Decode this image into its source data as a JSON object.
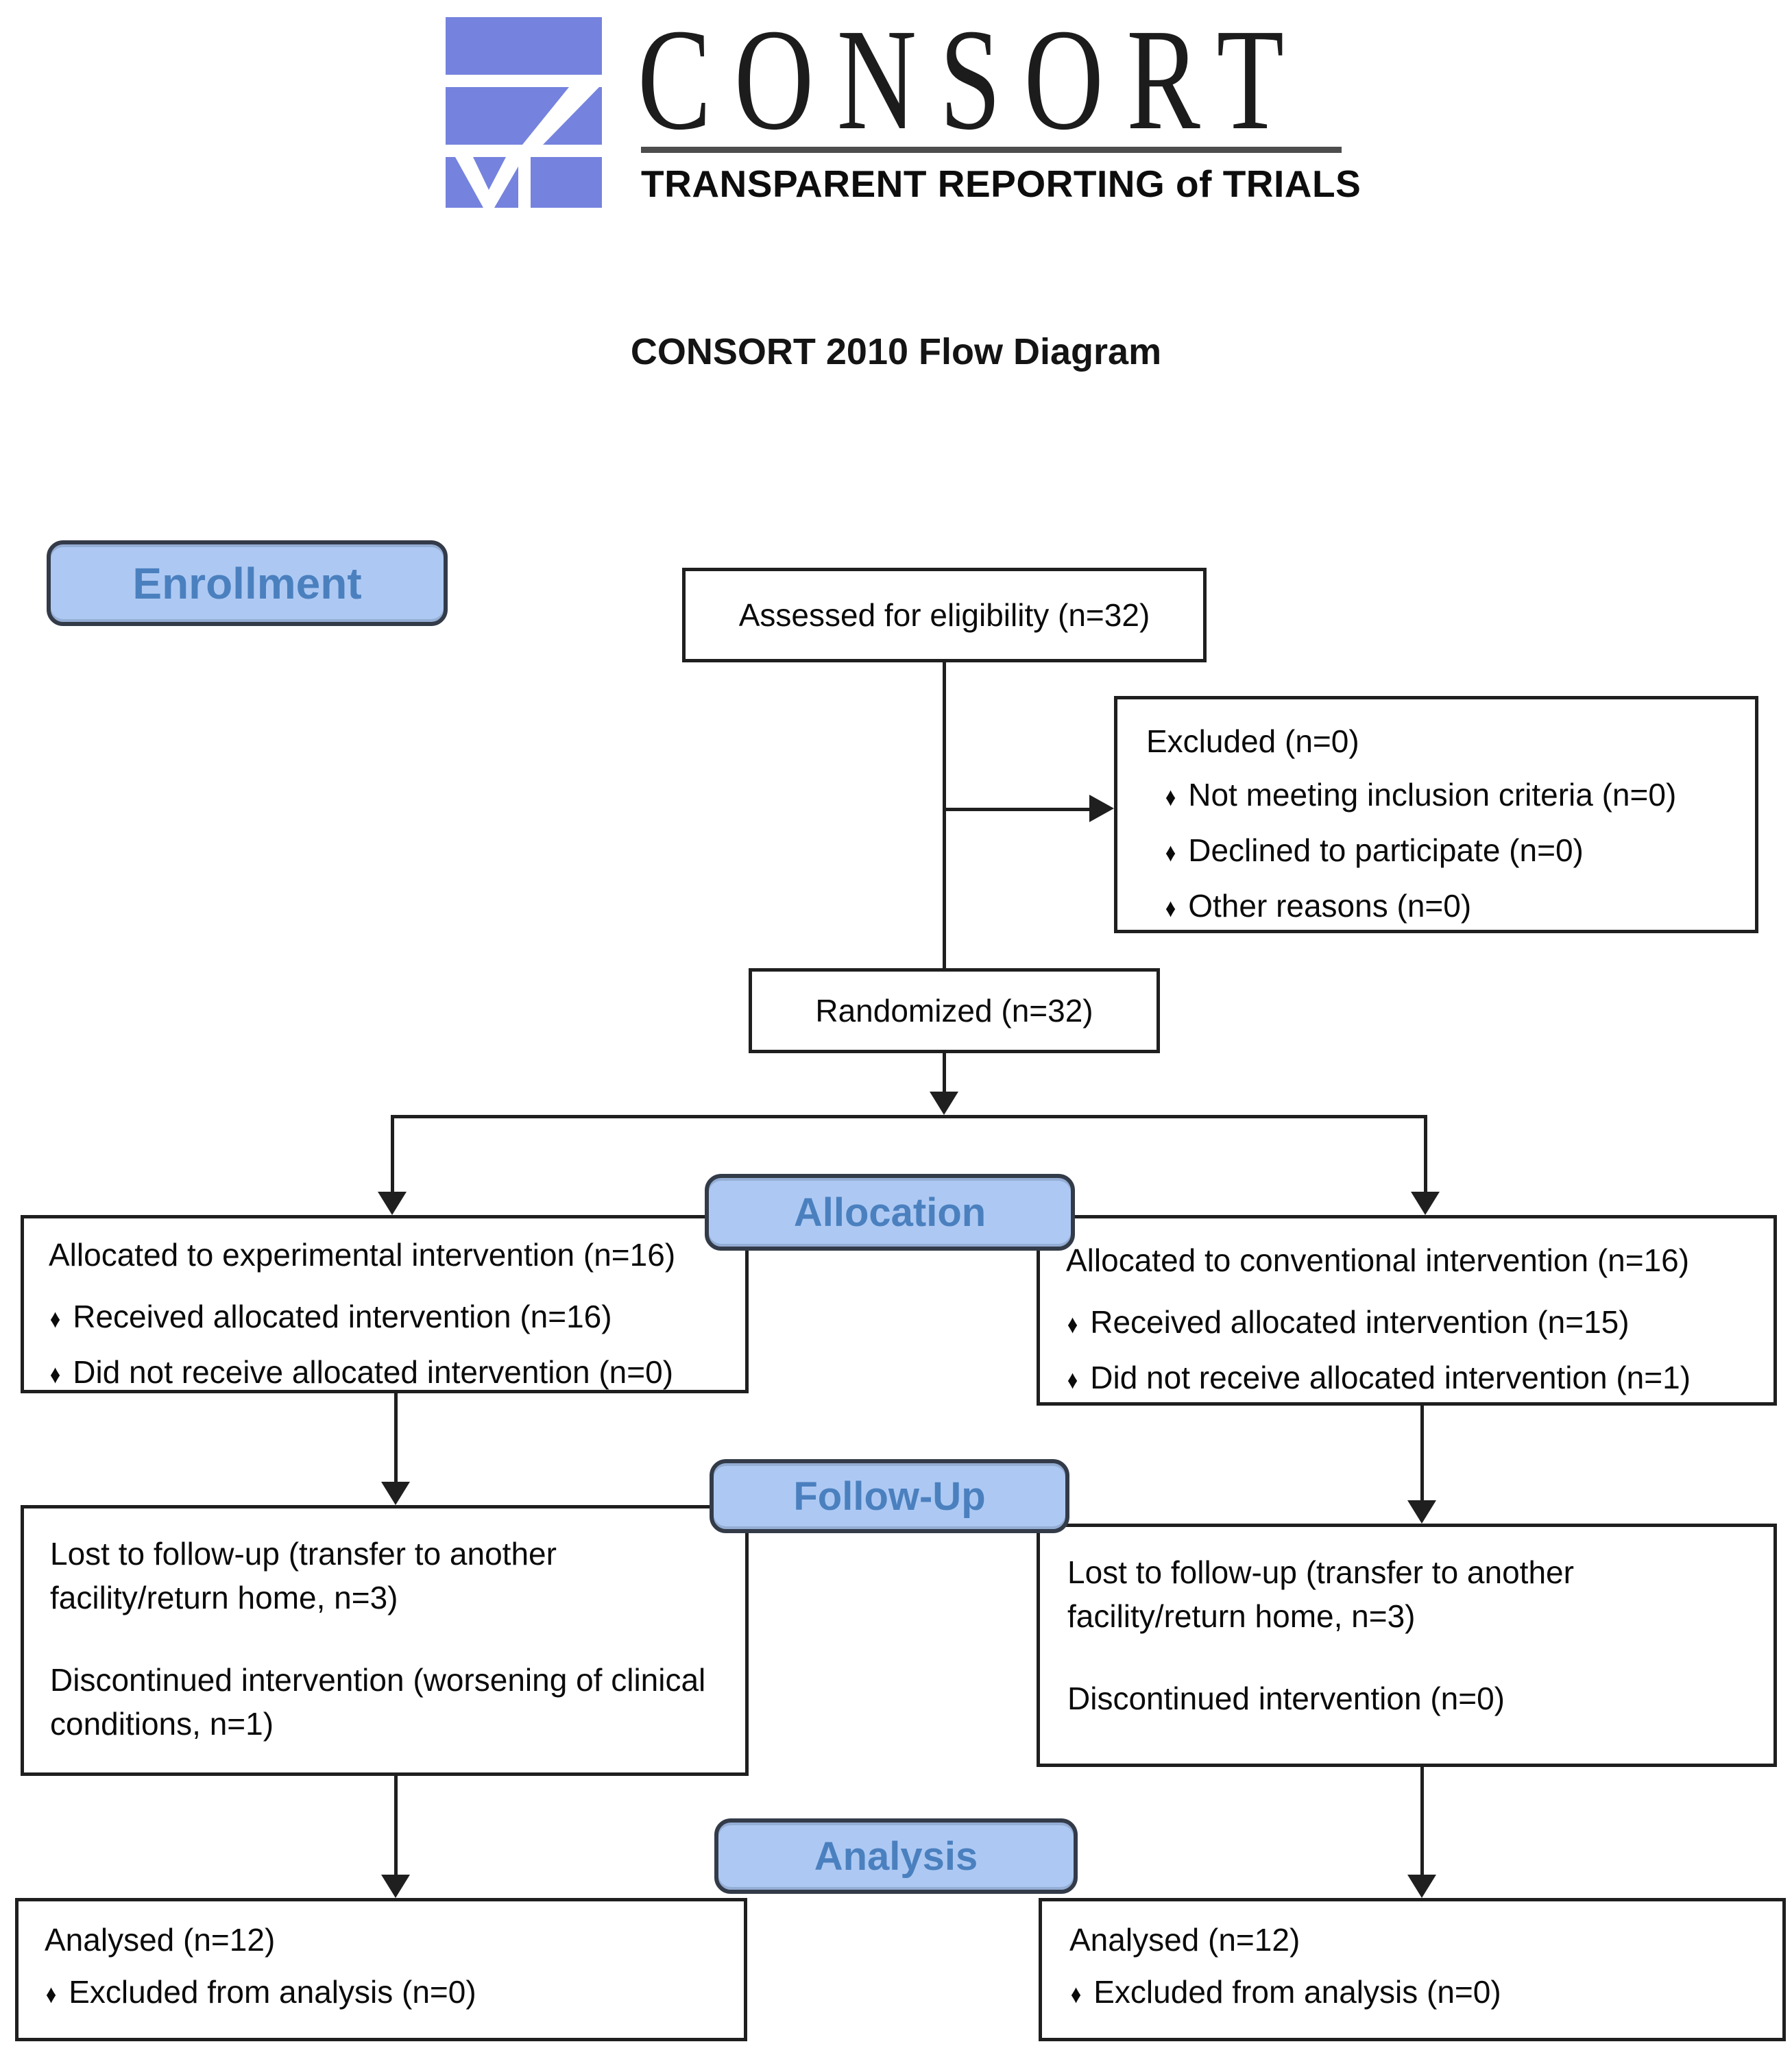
{
  "logo": {
    "wordmark": "CONSORT",
    "subtitle": "TRANSPARENT REPORTING of TRIALS",
    "icon": "consort-checkmark-grid-icon"
  },
  "title": "CONSORT 2010 Flow Diagram",
  "bullet_char": "♦",
  "colors": {
    "logo_blue": "#7583de",
    "label_fill": "#adc9f3",
    "label_border": "#333b49",
    "label_text": "#4b80bf",
    "box_border": "#1f1f1f",
    "line": "#1f1f1f",
    "rule_gray": "#4d4d4d"
  },
  "stages": {
    "enrollment": "Enrollment",
    "allocation": "Allocation",
    "followup": "Follow-Up",
    "analysis": "Analysis"
  },
  "boxes": {
    "assessed": {
      "text": "Assessed for eligibility (n=32)"
    },
    "excluded": {
      "title": "Excluded (n=0)",
      "bullets": [
        "Not meeting inclusion criteria (n=0)",
        "Declined to participate (n=0)",
        "Other reasons (n=0)"
      ]
    },
    "randomized": {
      "text": "Randomized (n=32)"
    },
    "alloc_left": {
      "title": "Allocated to experimental intervention (n=16)",
      "bullets": [
        "Received allocated intervention (n=16)",
        "Did not receive allocated intervention (n=0)"
      ]
    },
    "alloc_right": {
      "title": "Allocated to conventional intervention (n=16)",
      "bullets": [
        "Received allocated intervention (n=15)",
        "Did not receive allocated intervention (n=1)"
      ]
    },
    "fu_left": {
      "paragraphs": [
        "Lost to follow-up (transfer to another facility/return home, n=3)",
        "Discontinued intervention (worsening of clinical conditions, n=1)"
      ]
    },
    "fu_right": {
      "paragraphs": [
        "Lost to follow-up (transfer to another facility/return home, n=3)",
        "Discontinued intervention (n=0)"
      ]
    },
    "an_left": {
      "title": "Analysed (n=12)",
      "bullets": [
        "Excluded from analysis (n=0)"
      ]
    },
    "an_right": {
      "title": "Analysed (n=12)",
      "bullets": [
        "Excluded from analysis (n=0)"
      ]
    }
  }
}
